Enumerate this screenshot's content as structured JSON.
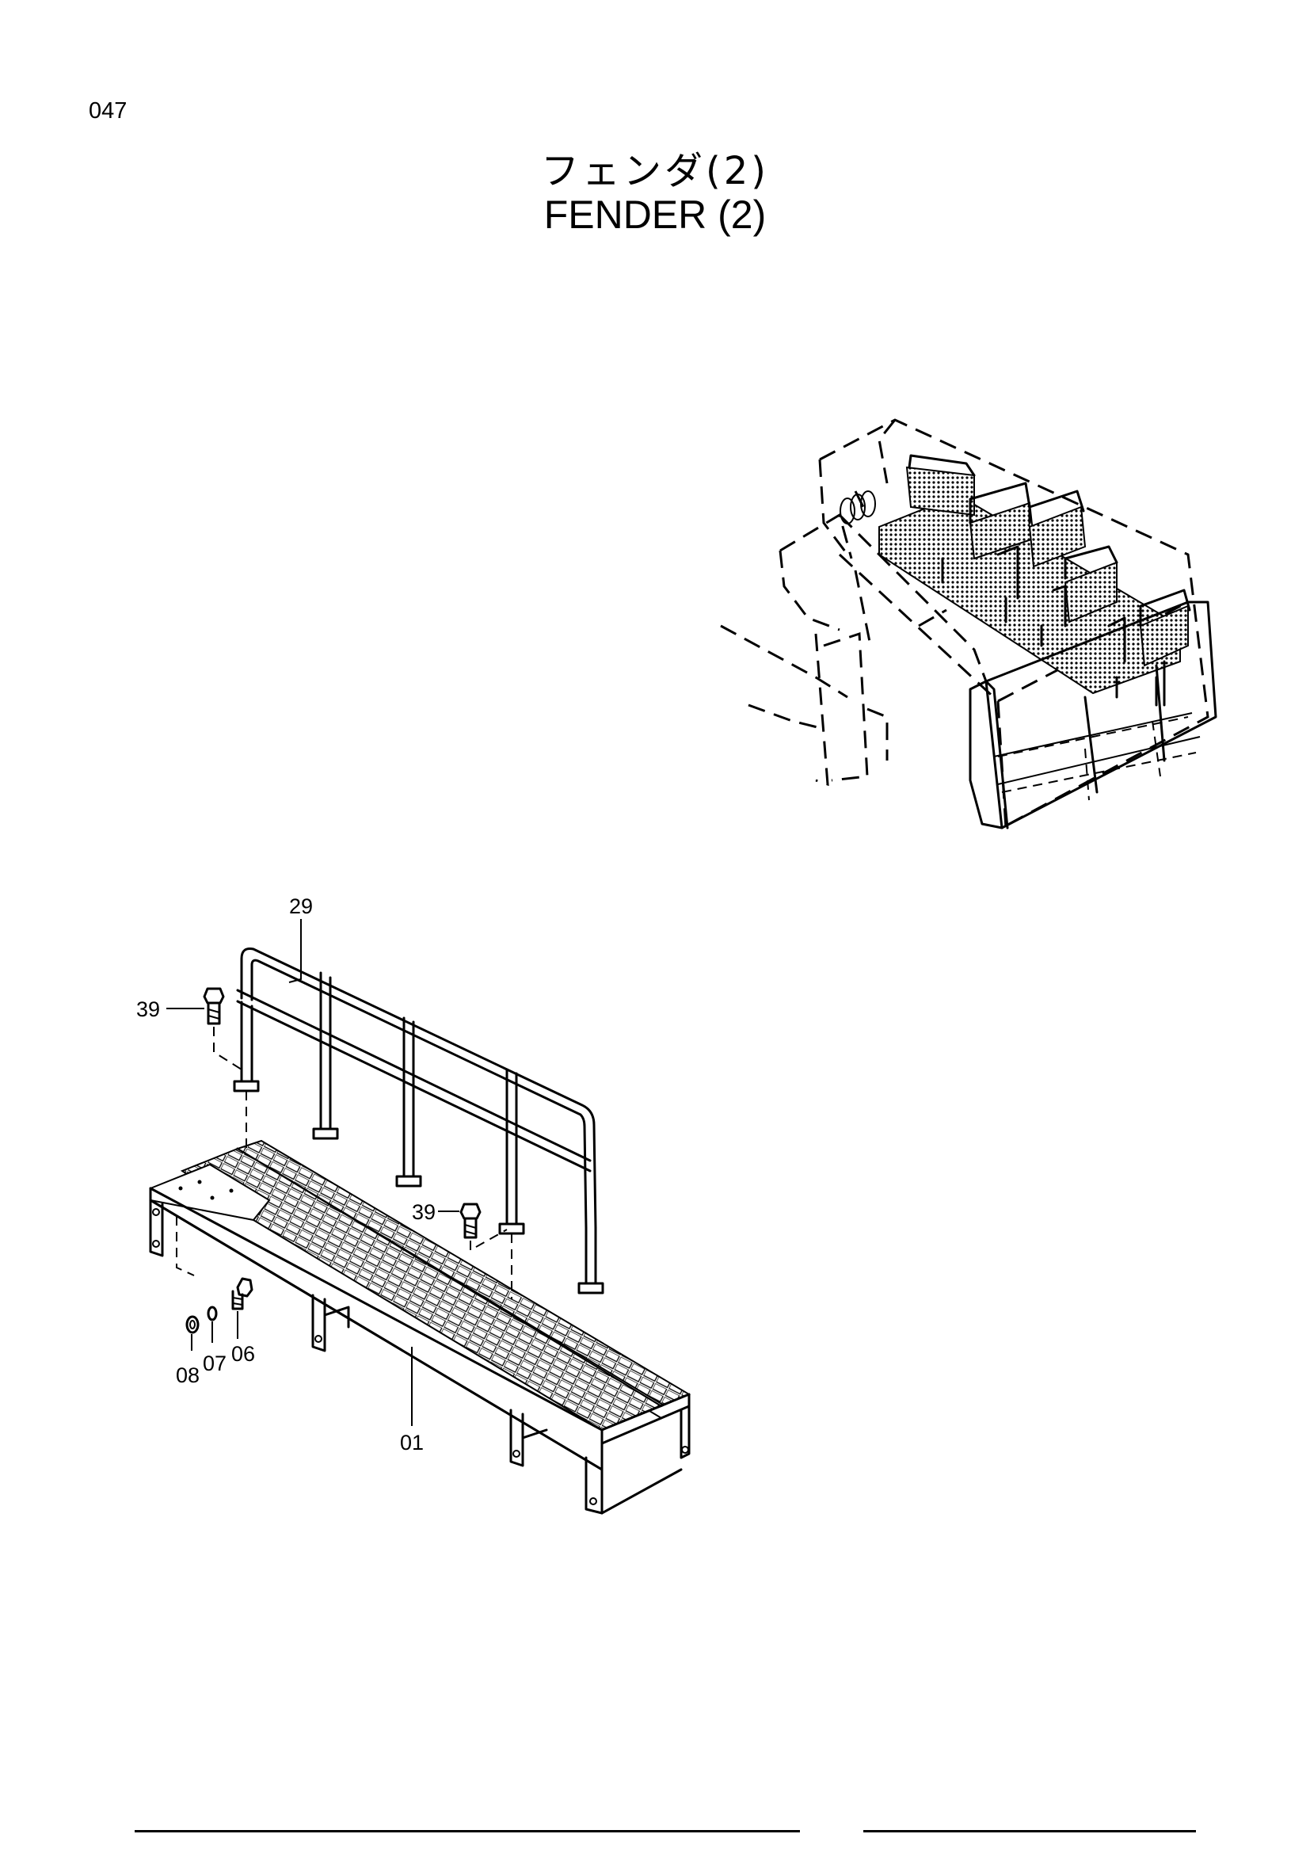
{
  "page": {
    "number": "047",
    "title_jp": "フェンダ(2)",
    "title_en": "FENDER (2)"
  },
  "callouts": {
    "handrail": "29",
    "bolt_upper": "39",
    "bolt_lower": "39",
    "step_frame": "01",
    "bolt": "06",
    "lock_washer": "07",
    "washer": "08"
  }
}
